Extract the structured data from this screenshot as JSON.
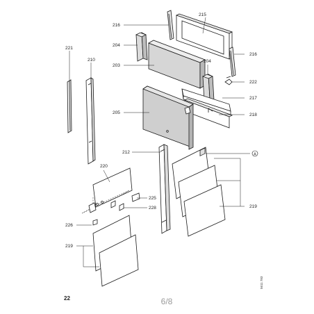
{
  "diagram": {
    "callouts": {
      "c216a": "216",
      "c215": "215",
      "c204a": "204",
      "c216b": "216",
      "c221": "221",
      "c210": "210",
      "c203": "203",
      "c204b": "204",
      "c222": "222",
      "c217": "217",
      "c205": "205",
      "c218": "218",
      "c212": "212",
      "cA": "A",
      "c220": "220",
      "c225": "225",
      "c228": "228",
      "c219a": "219",
      "c226": "226",
      "c219b": "219"
    },
    "side_reference": "5611 783",
    "page_number": "22",
    "page_indicator": "6/8"
  }
}
